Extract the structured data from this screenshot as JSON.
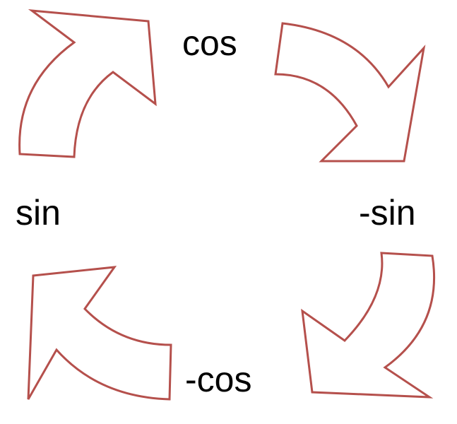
{
  "labels": {
    "top": "cos",
    "right": "-sin",
    "bottom": "-cos",
    "left": "sin"
  },
  "colors": {
    "arrow_stroke": "#b5504c",
    "arrow_fill": "#ffffff",
    "text": "#000000"
  },
  "arrows": [
    {
      "name": "sin-to-cos",
      "direction": "clockwise"
    },
    {
      "name": "cos-to-neg-sin",
      "direction": "clockwise"
    },
    {
      "name": "neg-sin-to-neg-cos",
      "direction": "clockwise"
    },
    {
      "name": "neg-cos-to-sin",
      "direction": "clockwise"
    }
  ]
}
